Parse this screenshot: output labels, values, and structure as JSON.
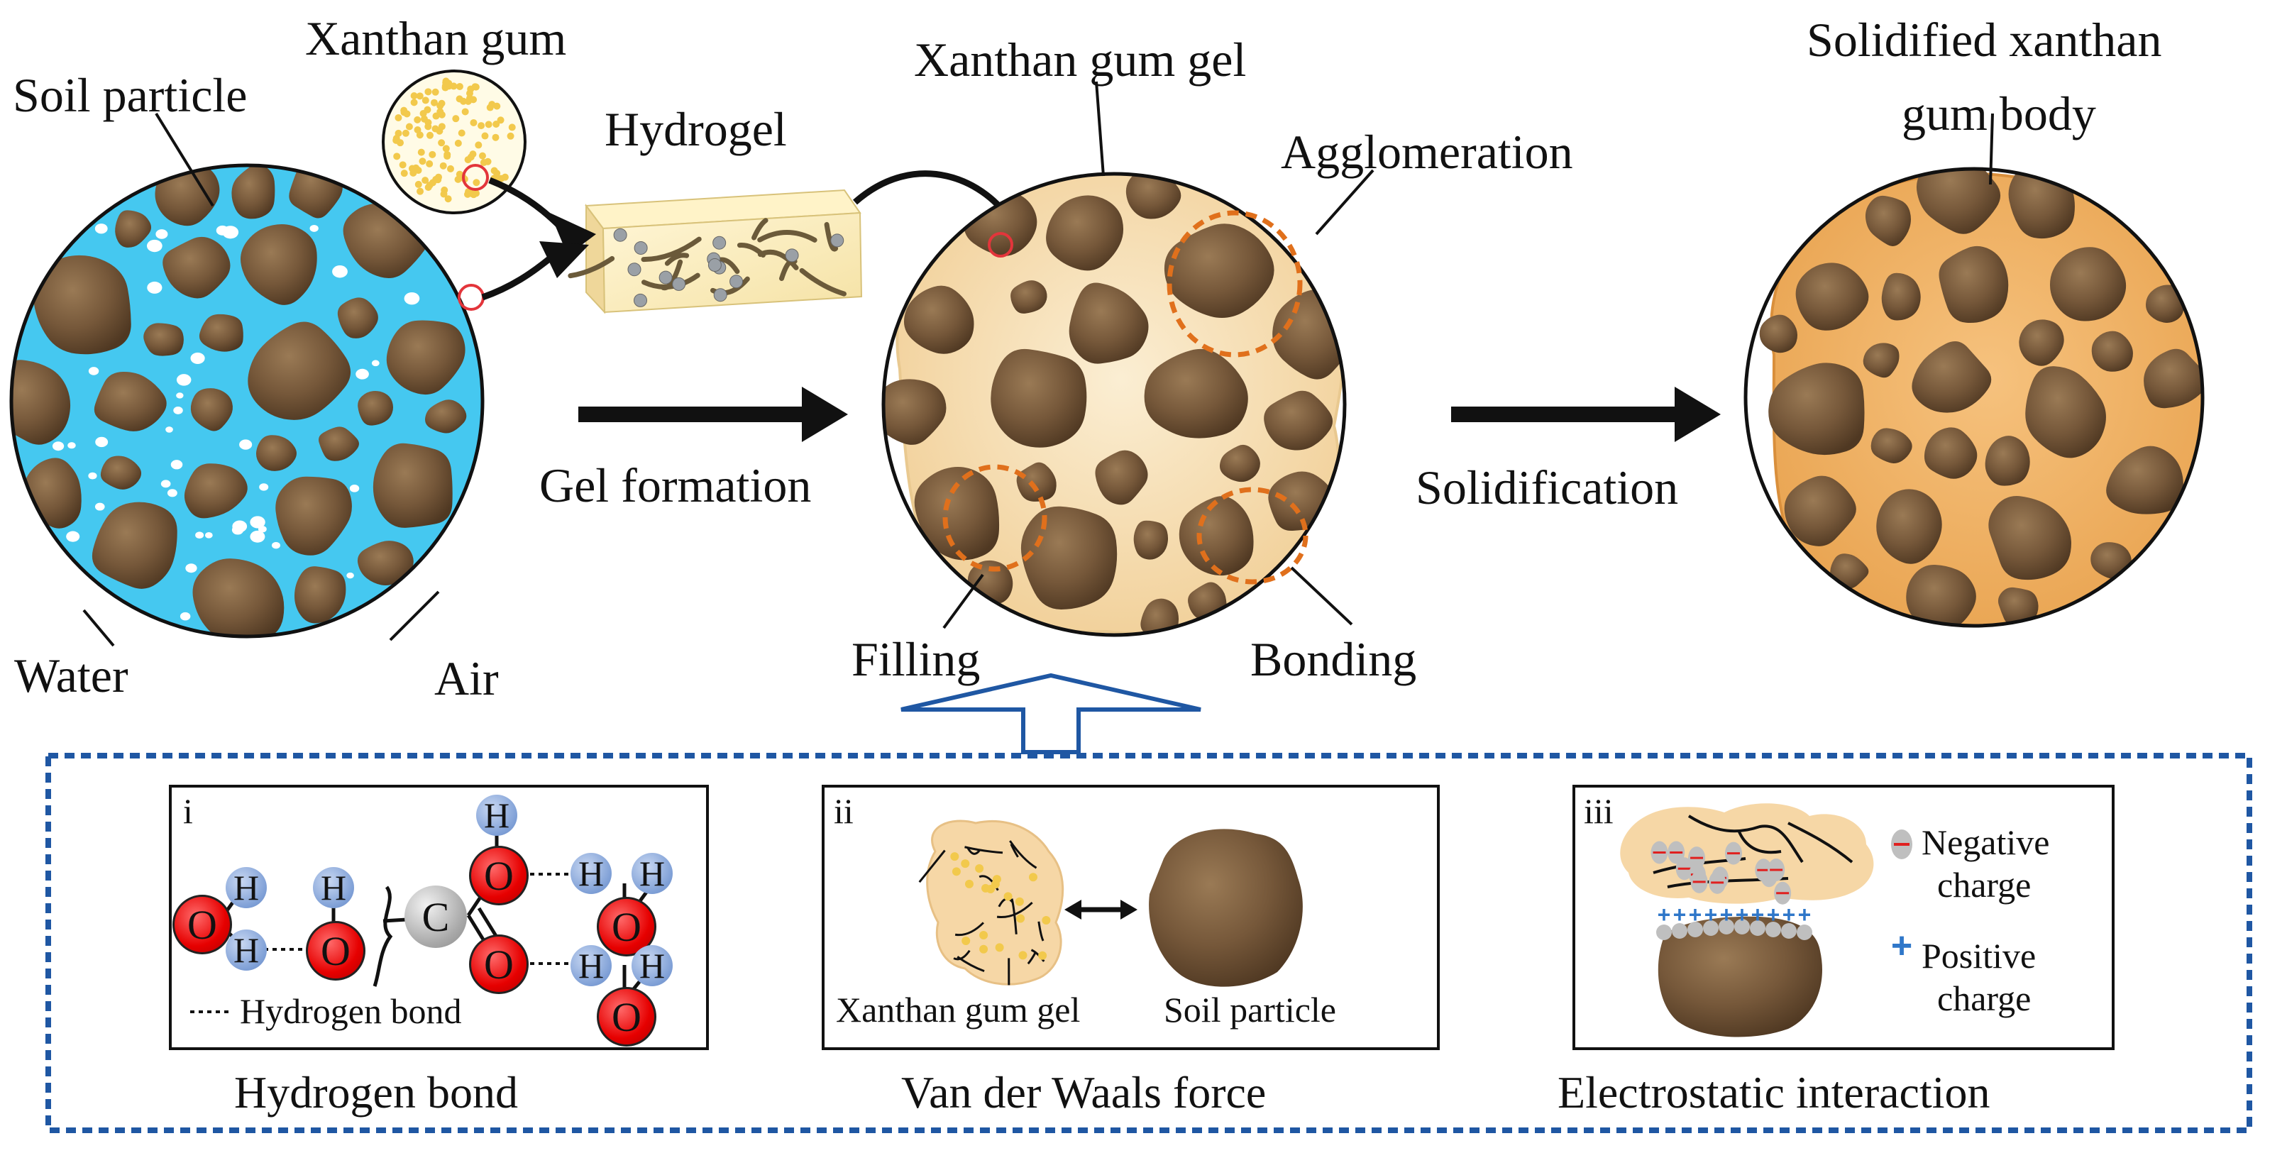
{
  "labels": {
    "soil_particle": "Soil particle",
    "xanthan_gum": "Xanthan gum",
    "hydrogel": "Hydrogel",
    "water": "Water",
    "air": "Air",
    "xanthan_gum_gel": "Xanthan gum gel",
    "agglomeration": "Agglomeration",
    "gel_formation": "Gel formation",
    "filling": "Filling",
    "bonding": "Bonding",
    "solidification": "Solidification",
    "solidified_line1": "Solidified xanthan",
    "solidified_line2": "gum body"
  },
  "panels": {
    "i": {
      "numeral": "i",
      "caption": "Hydrogen bond",
      "legend": "Hydrogen bond",
      "atoms": {
        "H": "H",
        "O": "O",
        "C": "C"
      }
    },
    "ii": {
      "numeral": "ii",
      "caption": "Van der Waals force",
      "gel_label": "Xanthan gum gel",
      "soil_label": "Soil particle"
    },
    "iii": {
      "numeral": "iii",
      "caption": "Electrostatic interaction",
      "negative_line1": "Negative",
      "negative_line2": "charge",
      "positive_line1": "Positive",
      "positive_line2": "charge"
    }
  },
  "colors": {
    "water": "#45c8f0",
    "soil": "#6e4f2e",
    "gel": "#f6dcae",
    "solid_gel": "#f2b56a",
    "dash_orange": "#e0701c",
    "frame_blue": "#1f57a3",
    "oxygen": "#e60000",
    "hydrogen": "#7e9fd6",
    "carbon": "#a9a9a9"
  }
}
